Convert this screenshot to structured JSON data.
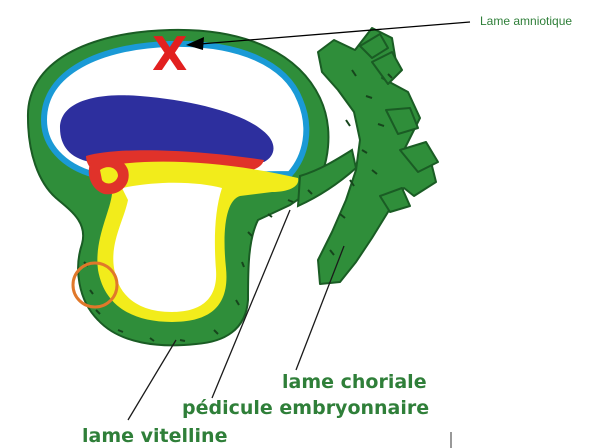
{
  "labels": {
    "lame_amniotique": "Lame amniotique",
    "lame_choriale": "lame choriale",
    "pedicule_embryonnaire": "pédicule embryonnaire",
    "lame_vitelline": "lame vitelline",
    "x_mark": "X"
  },
  "colors": {
    "mesoderm_green": "#2f8e3a",
    "outline_green": "#1a5c24",
    "amniotic_blue": "#1a9ad6",
    "ectoderm_navy": "#2d2f9e",
    "endoderm_yellow": "#f2ec1b",
    "red_layer": "#e0322a",
    "orange_circle": "#e0782a",
    "x_red": "#e2201f",
    "label_green": "#2f7f39"
  }
}
